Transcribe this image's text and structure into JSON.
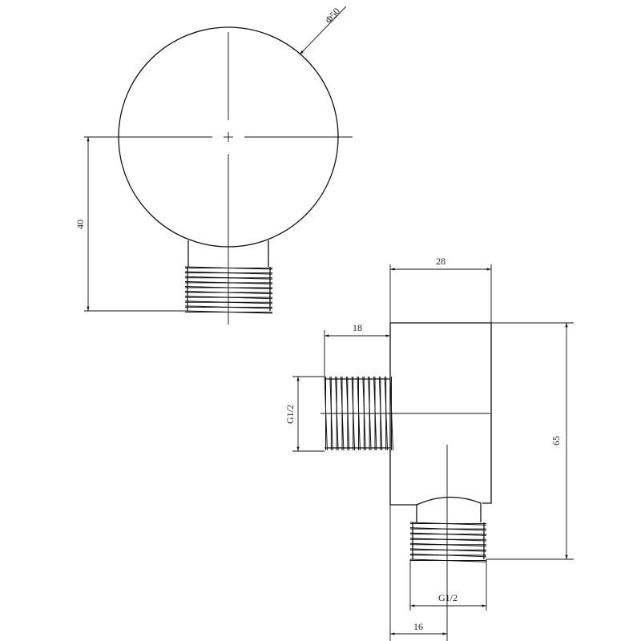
{
  "drawing": {
    "front_view": {
      "diameter_label": "Φ50",
      "height_label": "40"
    },
    "side_view": {
      "depth_label": "28",
      "inlet_length_label": "18",
      "inlet_thread_label": "G1/2",
      "height_label": "65",
      "outlet_thread_label": "G1/2",
      "outlet_offset_label": "16"
    },
    "line_color": "#111111"
  }
}
